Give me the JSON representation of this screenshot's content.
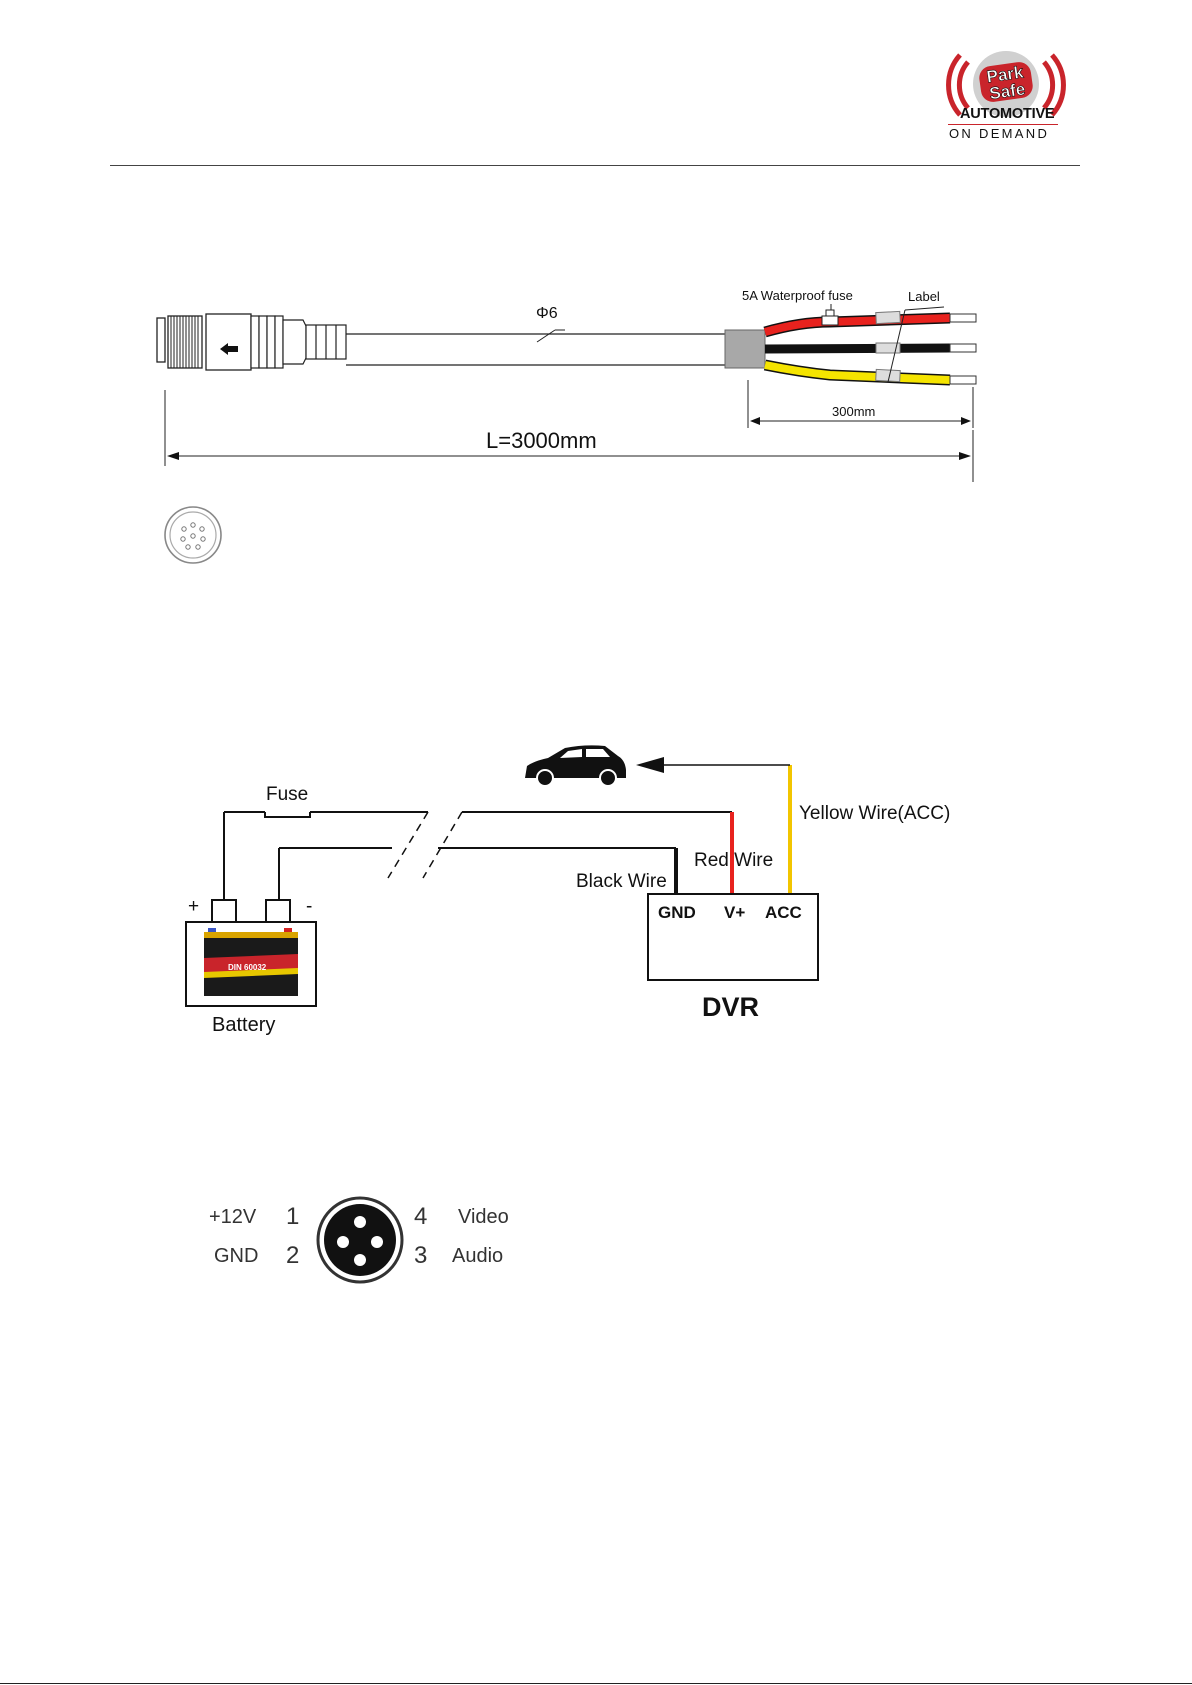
{
  "logo": {
    "brand_line1": "Park",
    "brand_line2": "Safe",
    "tagline1": "AUTOMOTIVE",
    "tagline2": "ON DEMAND",
    "accent_color": "#c9242b"
  },
  "cable_drawing": {
    "diameter_label": "Φ6",
    "fuse_label": "5A Waterproof fuse",
    "tag_label": "Label",
    "tail_length_label": "300mm",
    "total_length_label": "L=3000mm",
    "wire_colors": [
      "#e8221e",
      "#111111",
      "#f5e400"
    ]
  },
  "wiring_diagram": {
    "fuse_label": "Fuse",
    "battery_plus": "+",
    "battery_minus": "-",
    "battery_label": "Battery",
    "battery_model": "DIN 60032",
    "black_wire_label": "Black Wire",
    "red_wire_label": "Red Wire",
    "yellow_wire_label": "Yellow Wire(ACC)",
    "dvr_terminal_gnd": "GND",
    "dvr_terminal_vplus": "V+",
    "dvr_terminal_acc": "ACC",
    "dvr_label": "DVR",
    "car_icon": "car-icon"
  },
  "pinout": {
    "pins": [
      {
        "number": "1",
        "signal": "+12V"
      },
      {
        "number": "2",
        "signal": "GND"
      },
      {
        "number": "3",
        "signal": "Audio"
      },
      {
        "number": "4",
        "signal": "Video"
      }
    ]
  }
}
